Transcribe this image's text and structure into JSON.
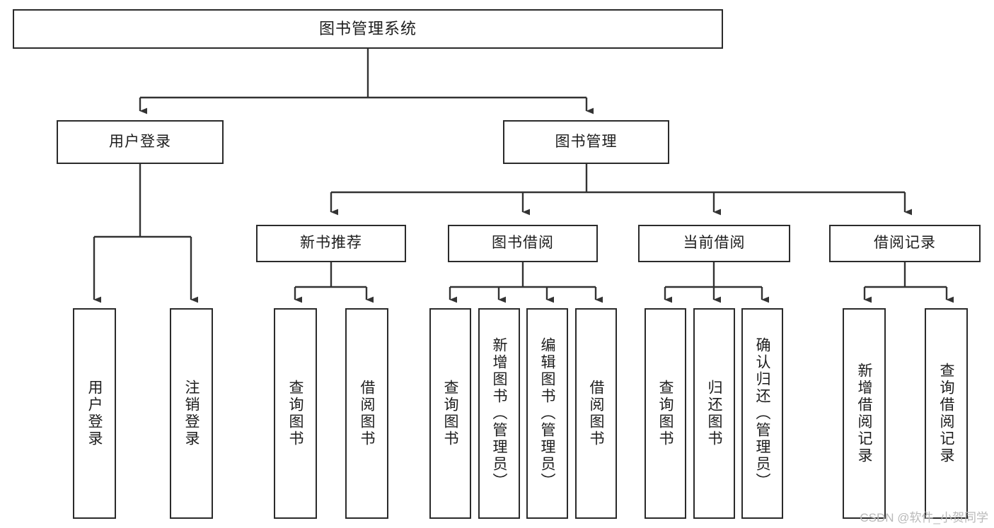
{
  "diagram": {
    "title": "图书管理系统",
    "type": "tree-hierarchy",
    "watermark": "CSDN @软件_小贺同学",
    "colors": {
      "box_border": "#2b2b2b",
      "box_fill": "#ffffff",
      "connector": "#333333",
      "text": "#1d1d1d",
      "watermark": "#b9b9b9"
    },
    "root": {
      "id": "root",
      "label": "图书管理系统",
      "orientation": "horizontal"
    },
    "level2": [
      {
        "id": "user-login",
        "label": "用户登录",
        "orientation": "horizontal"
      },
      {
        "id": "book-manage",
        "label": "图书管理",
        "orientation": "horizontal"
      }
    ],
    "level3": [
      {
        "id": "new-book-rec",
        "label": "新书推荐",
        "orientation": "horizontal",
        "parent": "book-manage"
      },
      {
        "id": "book-borrow",
        "label": "图书借阅",
        "orientation": "horizontal",
        "parent": "book-manage"
      },
      {
        "id": "current-borrow",
        "label": "当前借阅",
        "orientation": "horizontal",
        "parent": "book-manage"
      },
      {
        "id": "borrow-record",
        "label": "借阅记录",
        "orientation": "horizontal",
        "parent": "book-manage"
      }
    ],
    "leaves": [
      {
        "id": "leaf-user-login",
        "label": "用户登录",
        "parent": "user-login"
      },
      {
        "id": "leaf-logout-login",
        "label": "注销登录",
        "parent": "user-login"
      },
      {
        "id": "leaf-query-book-1",
        "label": "查询图书",
        "parent": "new-book-rec"
      },
      {
        "id": "leaf-borrow-book-1",
        "label": "借阅图书",
        "parent": "new-book-rec"
      },
      {
        "id": "leaf-query-book-2",
        "label": "查询图书",
        "parent": "book-borrow"
      },
      {
        "id": "leaf-add-book",
        "label": "新增图书（管理员）",
        "parent": "book-borrow"
      },
      {
        "id": "leaf-edit-book",
        "label": "编辑图书（管理员）",
        "parent": "book-borrow"
      },
      {
        "id": "leaf-borrow-book-2",
        "label": "借阅图书",
        "parent": "book-borrow"
      },
      {
        "id": "leaf-query-book-3",
        "label": "查询图书",
        "parent": "current-borrow"
      },
      {
        "id": "leaf-return-book",
        "label": "归还图书",
        "parent": "current-borrow"
      },
      {
        "id": "leaf-confirm-return",
        "label": "确认归还（管理员）",
        "parent": "current-borrow"
      },
      {
        "id": "leaf-add-record",
        "label": "新增借阅记录",
        "parent": "borrow-record"
      },
      {
        "id": "leaf-query-record",
        "label": "查询借阅记录",
        "parent": "borrow-record"
      }
    ]
  }
}
